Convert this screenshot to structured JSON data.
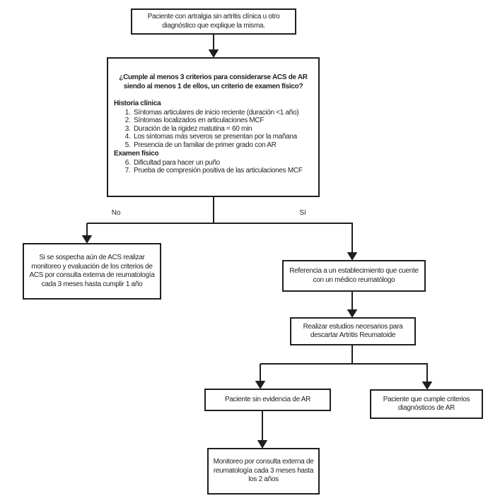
{
  "diagram": {
    "colors": {
      "line": "#1f1f1f",
      "text": "#1f1f1f",
      "background": "#ffffff",
      "node_background": "#ffffff"
    },
    "branch_labels": {
      "no": "No",
      "yes": "Sí"
    },
    "nodes": {
      "start": {
        "text": "Paciente con artralgia sin artritis clínica u otro diagnóstico que explique la misma."
      },
      "criteria": {
        "question": "¿Cumple al menos 3 criterios para considerarse ACS de AR siendo al menos 1 de ellos, un criterio de examen físico?",
        "history_heading": "Historia clínica",
        "history_items": [
          "Síntomas articulares de inicio reciente (duración <1 año)",
          "Síntomas localizados en articulaciones MCF",
          "Duración de la rigidez matutina = 60 min",
          "Los síntomas más severos se presentan por la mañana",
          "Presencia de un familiar de primer grado con AR"
        ],
        "exam_heading": "Examen físico",
        "exam_items": [
          "Dificultad para hacer un puño",
          "Prueba de compresión positiva de las articulaciones MCF"
        ]
      },
      "no_followup": {
        "text": "Si se sospecha aún de ACS realizar monitoreo y evaluación de los criterios de ACS por consulta externa de reumatología cada 3 meses hasta cumplir 1 año"
      },
      "referral": {
        "text": "Referencia a un establecimiento que cuente con un médico reumatólogo"
      },
      "studies": {
        "text": "Realizar estudios necesarios para descartar Artritis Reumatoide"
      },
      "no_evidence": {
        "text": "Paciente sin evidencia de AR"
      },
      "meets_criteria": {
        "text": "Paciente que cumple criterios diagnósticos de AR"
      },
      "monitoring": {
        "text": "Monitoreo por consulta externa de reumatología cada 3 meses hasta los 2 años"
      }
    }
  }
}
